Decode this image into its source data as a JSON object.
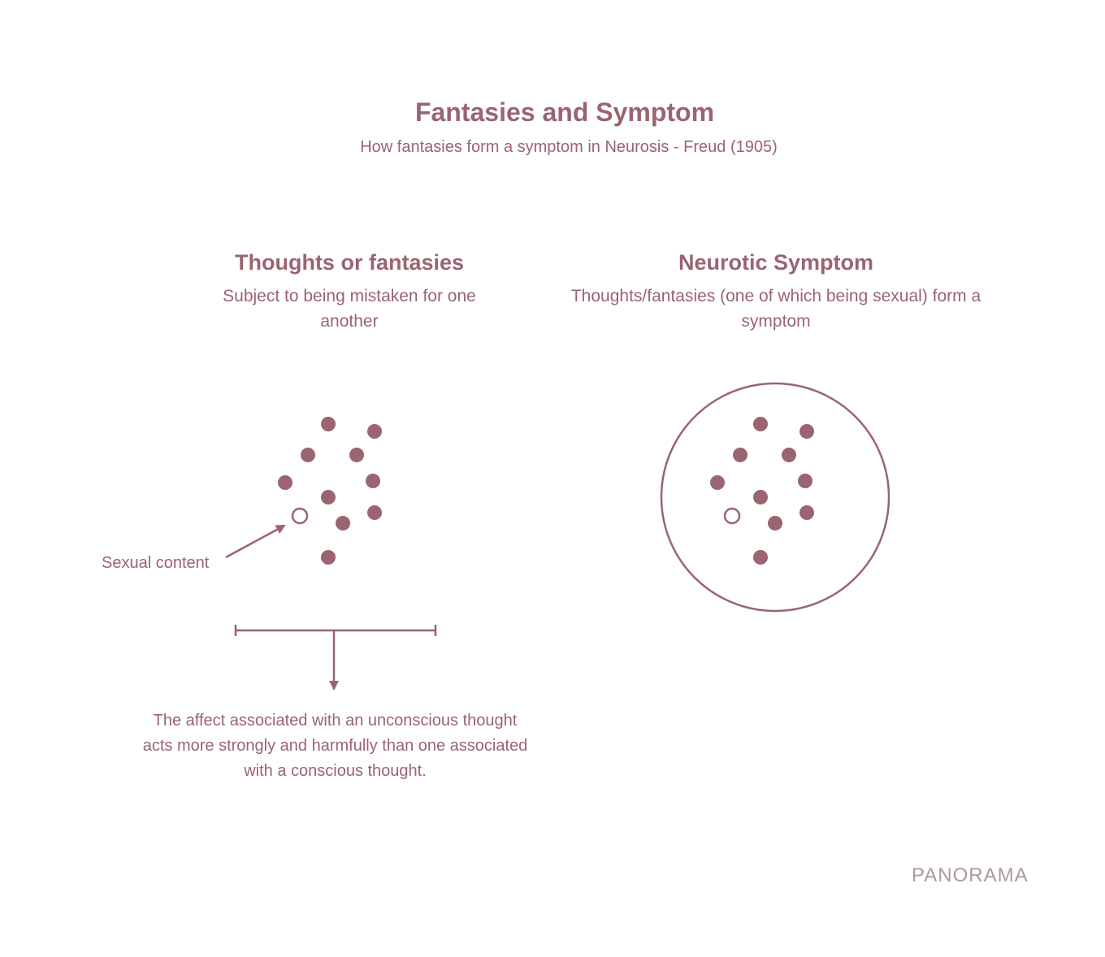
{
  "header": {
    "title": "Fantasies and Symptom",
    "subtitle": "How fantasies form a symptom in Neurosis - Freud (1905)"
  },
  "left_panel": {
    "heading": "Thoughts or fantasies",
    "description": "Subject to being mistaken for one another",
    "annotation": "Sexual content",
    "conclusion": "The affect associated with an unconscious thought acts more strongly and harmfully than one associated with a conscious thought."
  },
  "right_panel": {
    "heading": "Neurotic Symptom",
    "description": "Thoughts/fantasies (one of which being sexual) form a symptom"
  },
  "brand": "PANORAMA",
  "colors": {
    "primary": "#9a6470",
    "brand": "#a89a9e",
    "background": "#ffffff"
  }
}
